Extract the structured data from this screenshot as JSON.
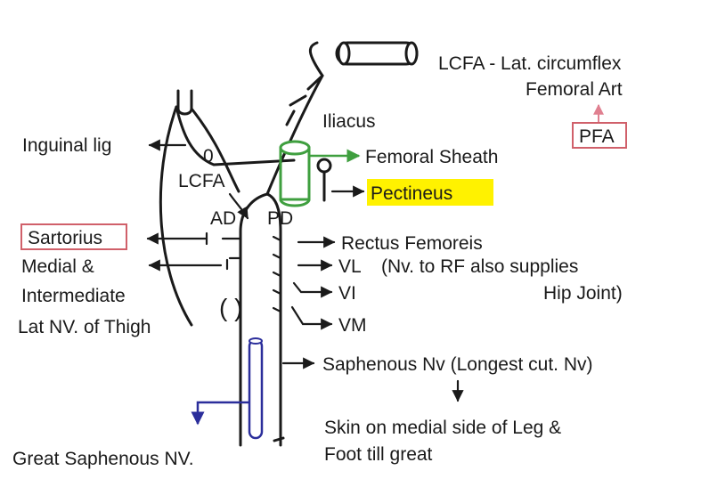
{
  "colors": {
    "ink": "#1a1a1a",
    "femoral_sheath_green": "#3f9f3f",
    "great_saphenous_blue": "#2b2e9b",
    "box_red": "#d0606a",
    "pfa_arrow_pink": "#e08090",
    "pectineus_highlight": "#fff200"
  },
  "labels": {
    "lcfa_full": "LCFA - Lat. circumflex",
    "femoral_art": "Femoral Art",
    "pfa": "PFA",
    "iliacus": "Iliacus",
    "inguinal_lig": "Inguinal lig",
    "zero": "0",
    "lcfa": "LCFA",
    "femoral_sheath": "Femoral Sheath",
    "pectineus": "Pectineus",
    "ad": "AD",
    "pd": "PD",
    "sartorius": "Sartorius",
    "rectus_femoreis": "Rectus Femoreis",
    "vl": "VL",
    "nv_note_1": "(Nv. to RF also supplies",
    "nv_note_2": "Hip Joint)",
    "medial_1": "Medial &",
    "medial_2": "Intermediate",
    "medial_3": "Lat NV. of Thigh",
    "vi": "VI",
    "vm": "VM",
    "parens": "(   )",
    "saphenous": "Saphenous Nv (Longest cut. Nv)",
    "skin_1": "Skin on medial side of Leg &",
    "skin_2": "Foot till great",
    "great_saphenous": "Great Saphenous NV."
  }
}
